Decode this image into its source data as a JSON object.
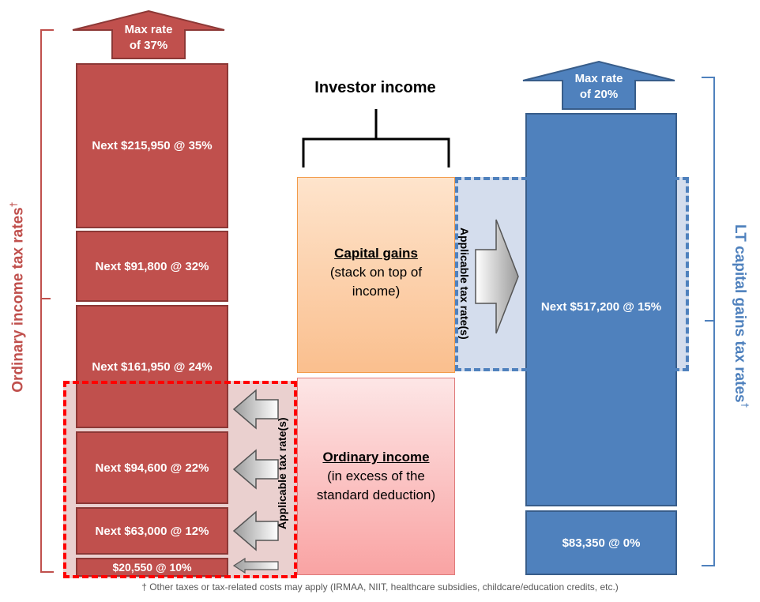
{
  "title": "Investor income",
  "left_axis_label": "Ordinary income tax rates",
  "right_axis_label": "LT capital gains tax rates",
  "dagger": "†",
  "left_max": {
    "line1": "Max rate",
    "line2": "of 37%"
  },
  "right_max": {
    "line1": "Max rate",
    "line2": "of 20%"
  },
  "ordinary_brackets": [
    {
      "label": "Next $215,950 @ 35%"
    },
    {
      "label": "Next $91,800 @ 32%"
    },
    {
      "label": "Next $161,950 @ 24%"
    },
    {
      "label": "Next $94,600 @ 22%"
    },
    {
      "label": "Next $63,000 @ 12%"
    },
    {
      "label": "$20,550 @ 10%"
    }
  ],
  "cg_brackets": [
    {
      "label": "Next $517,200 @ 15%"
    },
    {
      "label": "$83,350 @ 0%"
    }
  ],
  "capital_gains": {
    "title": "Capital gains",
    "sub1": "(stack on top of",
    "sub2": "income)"
  },
  "ordinary_income": {
    "title": "Ordinary income",
    "sub1": "(in excess of the",
    "sub2": "standard deduction)"
  },
  "applicable_label": "Applicable tax rate(s)",
  "footnote": "† Other taxes or tax-related costs may apply (IRMAA, NIIT, healthcare subsidies, childcare/education credits, etc.)",
  "colors": {
    "red": "#c0504d",
    "blue": "#4f81bd",
    "orange_panel": "#fac090",
    "pink_panel": "#f4b6b6"
  }
}
